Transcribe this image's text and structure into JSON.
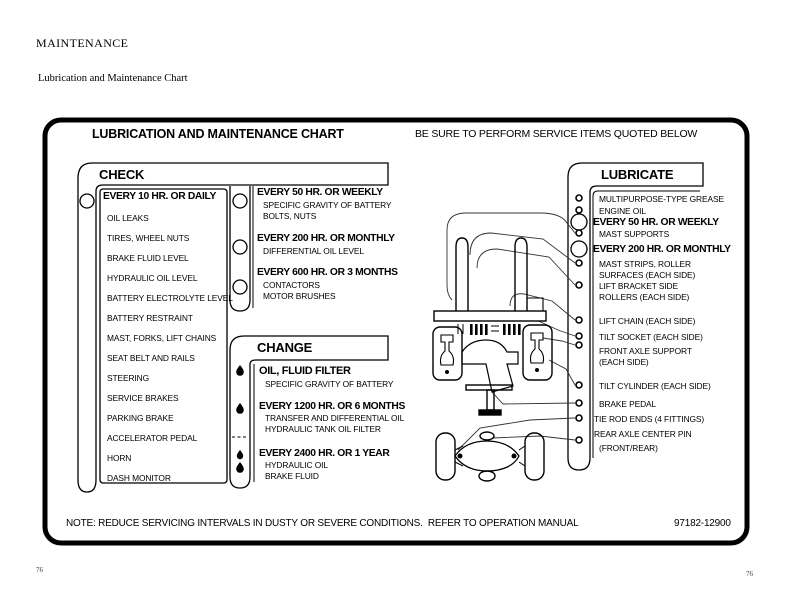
{
  "page": {
    "kicker": "MAINTENANCE",
    "subtitle": "Lubrication and Maintenance Chart",
    "page_number_left": "76",
    "page_number_right": "76"
  },
  "chart": {
    "title": "LUBRICATION AND MAINTENANCE CHART",
    "banner": "BE SURE TO PERFORM SERVICE ITEMS QUOTED BELOW",
    "note": "NOTE: REDUCE SERVICING INTERVALS IN DUSTY OR SEVERE CONDITIONS.  REFER TO OPERATION MANUAL",
    "part_number": "97182-12900",
    "check": {
      "title": "CHECK",
      "daily_header": "EVERY 10 HR. OR DAILY",
      "daily_items": [
        "OIL LEAKS",
        "TIRES, WHEEL NUTS",
        "BRAKE FLUID LEVEL",
        "HYDRAULIC OIL LEVEL",
        "BATTERY ELECTROLYTE LEVEL",
        "BATTERY RESTRAINT",
        "MAST, FORKS, LIFT CHAINS",
        "SEAT BELT AND RAILS",
        "STEERING",
        "SERVICE BRAKES",
        "PARKING BRAKE",
        "ACCELERATOR PEDAL",
        "HORN",
        "DASH MONITOR"
      ],
      "groups": [
        {
          "header": "EVERY 50 HR. OR WEEKLY",
          "items": [
            "SPECIFIC GRAVITY OF BATTERY",
            "BOLTS, NUTS"
          ]
        },
        {
          "header": "EVERY 200 HR. OR MONTHLY",
          "items": [
            "DIFFERENTIAL OIL LEVEL"
          ]
        },
        {
          "header": "EVERY 600 HR. OR 3 MONTHS",
          "items": [
            "CONTACTORS",
            "MOTOR BRUSHES"
          ]
        }
      ]
    },
    "change": {
      "title": "CHANGE",
      "groups": [
        {
          "header": "OIL, FLUID FILTER",
          "items": [
            "SPECIFIC GRAVITY OF BATTERY"
          ]
        },
        {
          "header": "EVERY 1200 HR. OR 6 MONTHS",
          "items": [
            "TRANSFER AND DIFFERENTIAL OIL",
            "HYDRAULIC TANK OIL FILTER"
          ]
        },
        {
          "header": "EVERY 2400 HR. OR 1 YEAR",
          "items": [
            "HYDRAULIC OIL",
            "BRAKE FLUID"
          ]
        }
      ]
    },
    "lubricate": {
      "title": "LUBRICATE",
      "rows": [
        {
          "kind": "item",
          "label": "MULTIPURPOSE-TYPE GREASE"
        },
        {
          "kind": "item",
          "label": "ENGINE OIL"
        },
        {
          "kind": "interval",
          "label": "EVERY 50 HR. OR WEEKLY"
        },
        {
          "kind": "item",
          "label": "MAST SUPPORTS"
        },
        {
          "kind": "interval",
          "label": "EVERY 200 HR. OR MONTHLY"
        },
        {
          "kind": "item",
          "label": "MAST STRIPS, ROLLER",
          "label2": "SURFACES (EACH SIDE)"
        },
        {
          "kind": "item",
          "label": "LIFT BRACKET SIDE",
          "label2": "ROLLERS (EACH SIDE)"
        },
        {
          "kind": "item",
          "label": "LIFT CHAIN (EACH SIDE)"
        },
        {
          "kind": "item",
          "label": "TILT SOCKET (EACH SIDE)"
        },
        {
          "kind": "item",
          "label": "FRONT AXLE SUPPORT",
          "label2": "(EACH SIDE)"
        },
        {
          "kind": "item",
          "label": "TILT CYLINDER (EACH SIDE)"
        },
        {
          "kind": "item",
          "label": "BRAKE PEDAL"
        },
        {
          "kind": "item",
          "label": "TIE ROD ENDS (4 FITTINGS)"
        },
        {
          "kind": "item",
          "label": "REAR AXLE CENTER PIN",
          "label2": "(FRONT/REAR)"
        }
      ]
    }
  },
  "icons": {
    "check_marker": "interval-ring-icon",
    "change_marker": "oil-drop-icon",
    "lubricate_marker": "grease-fitting-dot-icon"
  },
  "colors": {
    "ink": "#000000",
    "paper": "#ffffff"
  }
}
